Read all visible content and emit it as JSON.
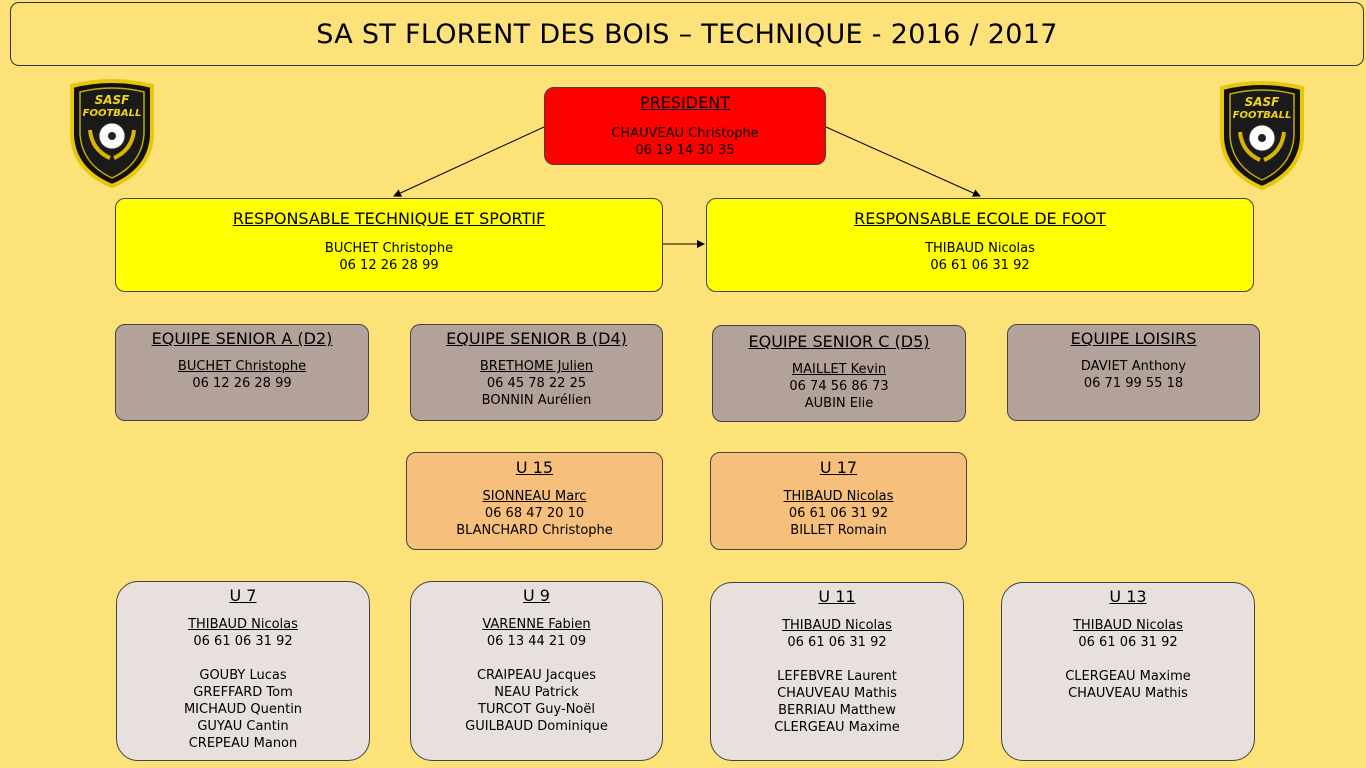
{
  "title": "SA ST FLORENT DES BOIS – TECHNIQUE -  2016 / 2017",
  "logo_text": {
    "line1": "SASF",
    "line2": "FOOTBALL"
  },
  "president": {
    "heading": "PRESIDENT",
    "name": "CHAUVEAU Christophe",
    "phone": "06 19 14 30 35"
  },
  "resp_technique": {
    "heading": "RESPONSABLE TECHNIQUE ET SPORTIF",
    "name": "BUCHET Christophe",
    "phone": "06 12 26 28 99"
  },
  "resp_ecole": {
    "heading": "RESPONSABLE ECOLE DE FOOT",
    "name": "THIBAUD Nicolas",
    "phone": "06 61 06 31 92"
  },
  "senior_a": {
    "heading": "EQUIPE SENIOR A (D2)",
    "lines": [
      "BUCHET Christophe",
      "06 12 26 28 99"
    ]
  },
  "senior_b": {
    "heading": "EQUIPE SENIOR B (D4)",
    "lines": [
      "BRETHOME Julien",
      "06 45 78 22 25",
      "BONNIN Aurélien"
    ]
  },
  "senior_c": {
    "heading": "EQUIPE SENIOR C (D5)",
    "lines": [
      "MAILLET Kevin",
      "06 74 56 86 73",
      "AUBIN Elie"
    ]
  },
  "loisirs": {
    "heading": "EQUIPE LOISIRS",
    "lines": [
      "DAVIET Anthony",
      "06 71 99 55 18"
    ]
  },
  "u15": {
    "heading": "U 15",
    "lines": [
      "SIONNEAU Marc",
      "06 68 47 20 10",
      "BLANCHARD Christophe"
    ]
  },
  "u17": {
    "heading": "U 17",
    "lines": [
      "THIBAUD Nicolas",
      "06 61 06 31 92",
      "BILLET Romain"
    ]
  },
  "u7": {
    "heading": "U 7",
    "lines": [
      "THIBAUD Nicolas",
      "06 61 06 31 92",
      "",
      "GOUBY Lucas",
      "GREFFARD Tom",
      "MICHAUD Quentin",
      "GUYAU Cantin",
      "CREPEAU Manon"
    ]
  },
  "u9": {
    "heading": "U 9",
    "lines": [
      "VARENNE Fabien",
      "06 13 44 21 09",
      "",
      "CRAIPEAU Jacques",
      "NEAU Patrick",
      "TURCOT Guy-Noël",
      "GUILBAUD Dominique"
    ]
  },
  "u11": {
    "heading": "U 11",
    "lines": [
      "THIBAUD Nicolas",
      "06 61 06 31 92",
      "",
      "LEFEBVRE Laurent",
      "CHAUVEAU Mathis",
      "BERRIAU Matthew",
      "CLERGEAU Maxime"
    ]
  },
  "u13": {
    "heading": "U 13",
    "lines": [
      "THIBAUD Nicolas",
      "06 61 06 31 92",
      "",
      "CLERGEAU Maxime",
      "CHAUVEAU Mathis"
    ]
  },
  "colors": {
    "background": "#fde27a",
    "president": "#ff0000",
    "responsable": "#ffff00",
    "senior": "#b3a299",
    "youth": "#f6c07c",
    "kids": "#e7e0dc"
  }
}
